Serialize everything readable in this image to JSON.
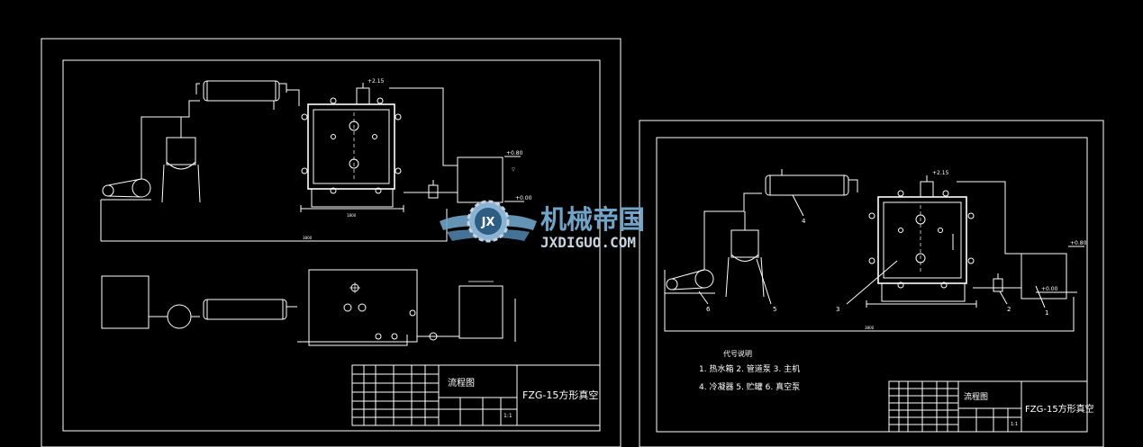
{
  "sheet_left": {
    "title_cell": "流程图",
    "drawing_name": "FZG-15方形真空",
    "scale_value": "1:1",
    "elev_a": "+0.80",
    "elev_b": "+0.00"
  },
  "sheet_right": {
    "legend_title": "代号说明",
    "legend_rows": [
      "1. 热水箱  2. 管道泵  3. 主机",
      "4. 冷凝器  5. 贮罐  6. 真空泵"
    ],
    "callouts": [
      "1",
      "2",
      "3",
      "4",
      "5",
      "6"
    ],
    "title_cell": "流程图",
    "drawing_name": "FZG-15方形真空",
    "scale_value": "1:1",
    "elev_a": "+0.80",
    "elev_b": "+0.00"
  },
  "watermark": {
    "badge": "JX",
    "name_cn": "机械帝国",
    "domain": "JXDIGUO.COM",
    "color_primary": "#6fa3c8"
  }
}
